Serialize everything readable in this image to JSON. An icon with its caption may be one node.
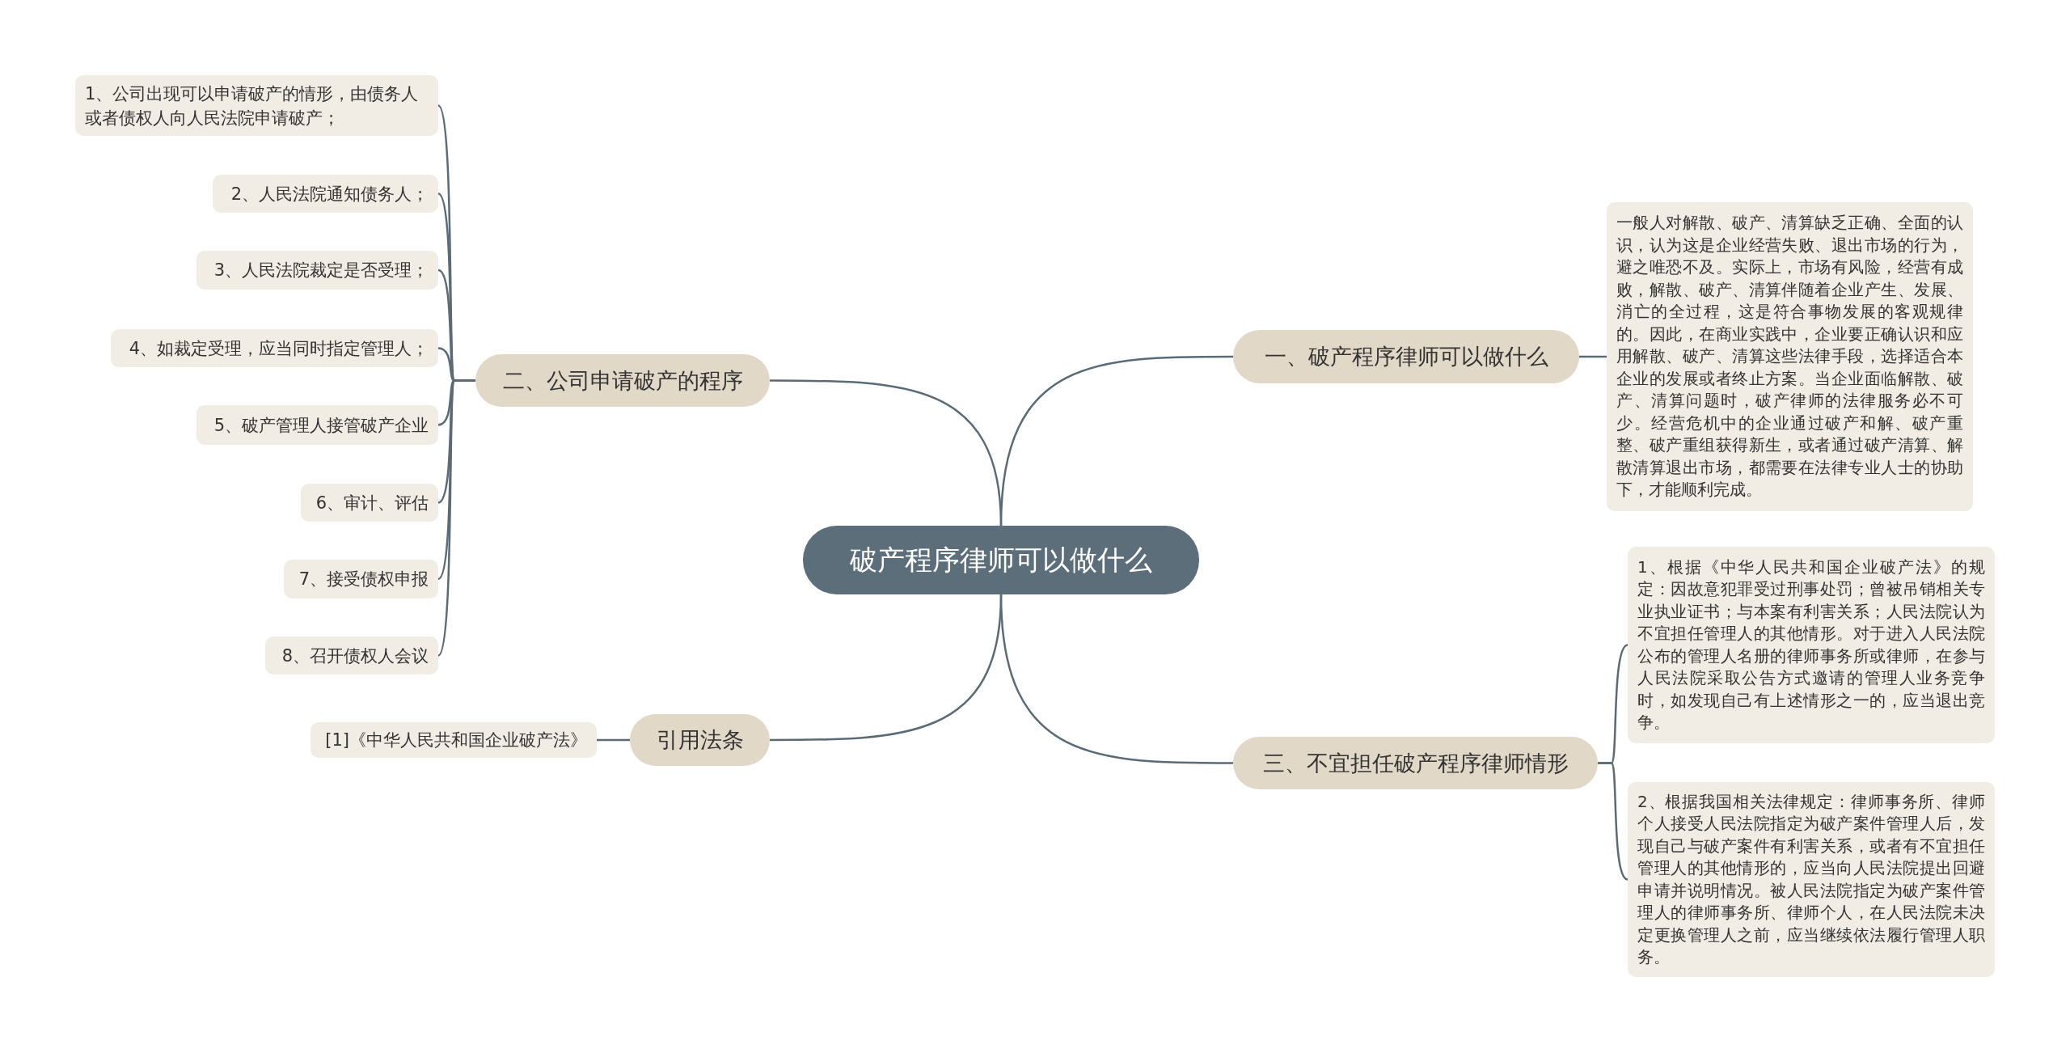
{
  "diagram": {
    "nodes": [
      {
        "text": [
          "破产程序律师可以做什么"
        ]
      },
      {
        "text": [
          "一、破产程序律师可以做什么"
        ]
      },
      {
        "text": [
          "一般人对解散、破产、清算缺乏正确、全面的认识，认为这是企业经营失败、退出市场的行为，避之唯恐不及。实际上，市场有风险，经营有成败，解散、破产、清算伴随着企业产生、发展、消亡的全过程，这是符合事物发展的客观规律的。因此，在商业实践中，企业要正确认识和应用解散、破产、清算这些法律手段，选择适合本企业的发展或者终止方案。当企业面临解散、破产、清算问题时，破产律师的法律服务必不可少。经营危机中的企业通过破产和解、破产重整、破产重组获得新生，或者通过破产清算、解散清算退出市场，都需要在法律专业人士的协助下，才能顺利完成。"
        ]
      },
      {
        "text": [
          "二、公司申请破产的程序"
        ]
      },
      {
        "text": [
          "1、公司出现可以申请破产的情形，由债务人或者债权人向人民法院申请破产；"
        ]
      },
      {
        "text": [
          "2、人民法院通知债务人；"
        ]
      },
      {
        "text": [
          "3、人民法院裁定是否受理；"
        ]
      },
      {
        "text": [
          "4、如裁定受理，应当同时指定管理人；"
        ]
      },
      {
        "text": [
          "5、破产管理人接管破产企业"
        ]
      },
      {
        "text": [
          "6、审计、评估"
        ]
      },
      {
        "text": [
          "7、接受债权申报"
        ]
      },
      {
        "text": [
          "8、召开债权人会议"
        ]
      },
      {
        "text": [
          "三、不宜担任破产程序律师情形"
        ]
      },
      {
        "text": [
          "1、根据《中华人民共和国企业破产法》的规定：因故意犯罪受过刑事处罚；曾被吊销相关专业执业证书；与本案有利害关系；人民法院认为不宜担任管理人的其他情形。对于进入人民法院公布的管理人名册的律师事务所或律师，在参与人民法院采取公告方式邀请的管理人业务竞争时，如发现自己有上述情形之一的，应当退出竞争。"
        ]
      },
      {
        "text": [
          "2、根据我国相关法律规定：律师事务所、律师个人接受人民法院指定为破产案件管理人后，发现自己与破产案件有利害关系，或者有不宜担任管理人的其他情形的，应当向人民法院提出回避申请并说明情况。被人民法院指定为破产案件管理人的律师事务所、律师个人，在人民法院未决定更换管理人之前，应当继续依法履行管理人职务。"
        ]
      },
      {
        "text": [
          "引用法条"
        ]
      },
      {
        "text": [
          "[1]《中华人民共和国企业破产法》"
        ]
      }
    ],
    "edges": [
      {
        "from": 0,
        "to": 1,
        "arrow": "none"
      },
      {
        "from": 1,
        "to": 2,
        "arrow": "none"
      },
      {
        "from": 0,
        "to": 3,
        "arrow": "none"
      },
      {
        "from": 3,
        "to": 4,
        "arrow": "none"
      },
      {
        "from": 3,
        "to": 5,
        "arrow": "none"
      },
      {
        "from": 3,
        "to": 6,
        "arrow": "none"
      },
      {
        "from": 3,
        "to": 7,
        "arrow": "none"
      },
      {
        "from": 3,
        "to": 8,
        "arrow": "none"
      },
      {
        "from": 3,
        "to": 9,
        "arrow": "none"
      },
      {
        "from": 3,
        "to": 10,
        "arrow": "none"
      },
      {
        "from": 3,
        "to": 11,
        "arrow": "none"
      },
      {
        "from": 0,
        "to": 12,
        "arrow": "none"
      },
      {
        "from": 12,
        "to": 13,
        "arrow": "none"
      },
      {
        "from": 12,
        "to": 14,
        "arrow": "none"
      },
      {
        "from": 0,
        "to": 15,
        "arrow": "none"
      },
      {
        "from": 15,
        "to": 16,
        "arrow": "none"
      }
    ]
  }
}
